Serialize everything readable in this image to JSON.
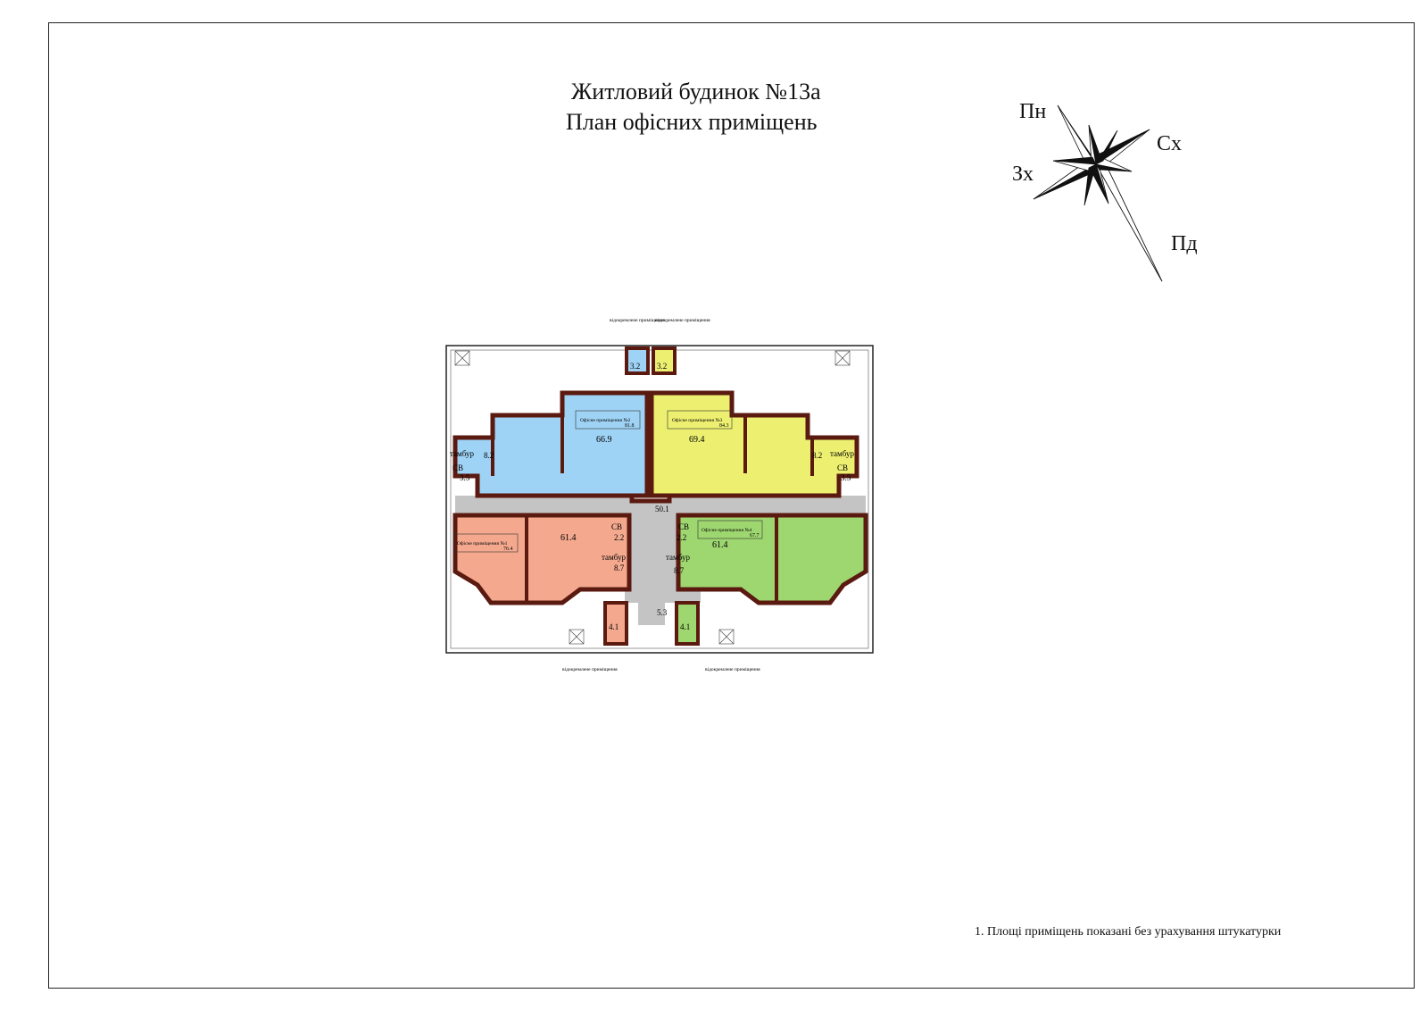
{
  "title": {
    "line1": "Житловий будинок №13а",
    "line2": "План офісних приміщень"
  },
  "compass": {
    "north": "Пн",
    "east": "Сх",
    "west": "Зх",
    "south": "Пд"
  },
  "colors": {
    "office1": "#f4a98f",
    "office2": "#9fd3f5",
    "office3": "#ecef70",
    "office4": "#9ed670",
    "corridor": "#c4c4c4",
    "wall": "#5a1a10"
  },
  "offices": [
    {
      "id": "office1",
      "name": "Офісне приміщення №1",
      "total": "76.4",
      "main_room": "61.4",
      "cv_label": "СВ",
      "cv_area": "2.2",
      "tambur_label": "тамбур",
      "tambur_area": "8.7",
      "separate_area": "4.1"
    },
    {
      "id": "office2",
      "name": "Офісне приміщення №2",
      "total": "81.8",
      "main_room": "66.9",
      "cv_label": "СВ",
      "cv_area": "3.5",
      "tambur_label": "тамбур",
      "tambur_area": "8.2",
      "separate_area": "3.2"
    },
    {
      "id": "office3",
      "name": "Офісне приміщення №3",
      "total": "84.3",
      "main_room": "69.4",
      "cv_label": "СВ",
      "cv_area": "3.5",
      "tambur_label": "тамбур",
      "tambur_area": "8.2",
      "separate_area": "3.2"
    },
    {
      "id": "office4",
      "name": "Офісне приміщення №4",
      "total": "67.7",
      "main_room": "61.4",
      "cv_label": "СВ",
      "cv_area": "2.2",
      "tambur_label": "тамбур",
      "tambur_area": "8.7",
      "separate_area": "4.1"
    }
  ],
  "corridor": {
    "main": "50.1",
    "lower": "5.3"
  },
  "separate_room_label": "відокремлене приміщення",
  "footnote": "1. Площі приміщень показані без урахування штукатурки"
}
